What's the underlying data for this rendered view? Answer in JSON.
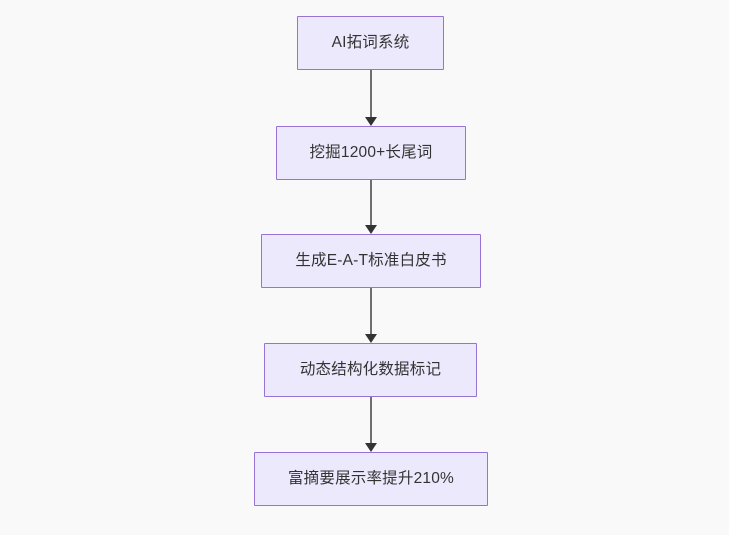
{
  "diagram": {
    "type": "flowchart",
    "direction": "top-to-bottom",
    "background_color": "#f9f9f9",
    "node_fill_color": "#ece9fc",
    "node_border_color": "#9673d4",
    "node_text_color": "#333333",
    "edge_line_color": "#6f6f6f",
    "edge_arrow_color": "#333333",
    "nodes": [
      {
        "id": "node-1",
        "label": "AI拓词系统"
      },
      {
        "id": "node-2",
        "label": "挖掘1200+长尾词"
      },
      {
        "id": "node-3",
        "label": "生成E-A-T标准白皮书"
      },
      {
        "id": "node-4",
        "label": "动态结构化数据标记"
      },
      {
        "id": "node-5",
        "label": "富摘要展示率提升210%"
      }
    ],
    "edges": [
      {
        "id": "edge-1",
        "from": "node-1",
        "to": "node-2",
        "label": ""
      },
      {
        "id": "edge-2",
        "from": "node-2",
        "to": "node-3",
        "label": ""
      },
      {
        "id": "edge-3",
        "from": "node-3",
        "to": "node-4",
        "label": ""
      },
      {
        "id": "edge-4",
        "from": "node-4",
        "to": "node-5",
        "label": ""
      }
    ]
  }
}
